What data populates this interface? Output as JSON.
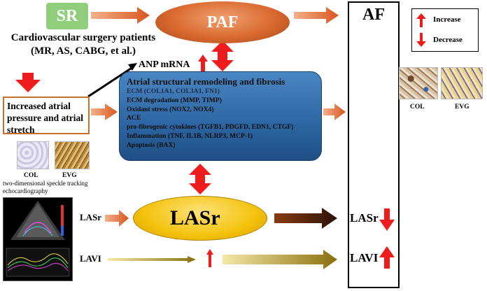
{
  "sr": {
    "label": "SR"
  },
  "paf": {
    "label": "PAF"
  },
  "af": {
    "label": "AF"
  },
  "surgery": {
    "line1": "Cardiovascular surgery patients",
    "line2": "(MR, AS, CABG, et al.)"
  },
  "anp": {
    "label": "ANP mRNA"
  },
  "stretch": {
    "text": "Increased atrial pressure and atrial stretch"
  },
  "remodeling": {
    "title": "Atrial structural remodeling and fibrosis",
    "items": [
      "ECM (COL1A1, COL3A1, FN1)",
      "ECM degradation (MMP, TIMP)",
      "Oxidant stress (NOX2, NOX4)",
      "ACE",
      "pro-fibrogenic cytokines (TGFB1, PDGFD,  EDN1, CTGF)",
      "Inflammation  (TNF, IL1B, NLRP3, MCP-1)",
      "Apoptosis (BAX)"
    ]
  },
  "legend": {
    "increase": "Increase",
    "decrease": "Decrease"
  },
  "histology": {
    "col": "COL",
    "evg": "EVG"
  },
  "echo": {
    "caption": "two-dimensional  speckle tracking echocardiography"
  },
  "lasr": {
    "label": "LASr"
  },
  "rows": {
    "lasr": "LASr",
    "lavi": "LAVI"
  },
  "af_results": {
    "lasr": "LASr",
    "lavi": "LAVI"
  },
  "colors": {
    "red": "#ee1c1c",
    "orange_arrow": "#e0662b",
    "dark_arrow": "#3a1a08",
    "gold_arrow": "#a88a18"
  }
}
